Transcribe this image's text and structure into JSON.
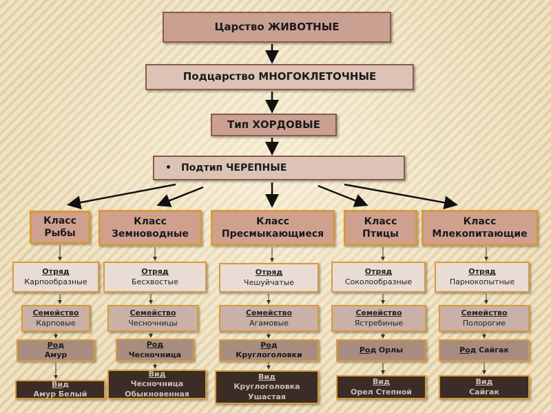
{
  "top": {
    "kingdom": "Царство  ЖИВОТНЫЕ",
    "subkingdom": "Подцарство  МНОГОКЛЕТОЧНЫЕ",
    "phylum": "Тип ХОРДОВЫЕ",
    "subphylum": "Подтип ЧЕРЕПНЫЕ",
    "bullet": "•"
  },
  "labels": {
    "class": "Класс",
    "order": "Отряд",
    "family": "Семейство",
    "genus": "Род",
    "species": "Вид"
  },
  "branches": [
    {
      "class": "Рыбы",
      "order": "Карпообразные",
      "family": "Карповые",
      "genus": "Амур",
      "species": "Амур Белый"
    },
    {
      "class": "Земноводные",
      "order": "Бесхвостые",
      "family": "Чесночницы",
      "genus": "Чесночница",
      "species": "Чесночница Обыкновенная"
    },
    {
      "class": "Пресмыкающиеся",
      "order": "Чешуйчатые",
      "family": "Агамовые",
      "genus": "Круглоголовки",
      "species": "Круглоголовка Ушастая"
    },
    {
      "class": "Птицы",
      "order": "Соколообразные",
      "family": "Ястребиные",
      "genus": "Орлы",
      "species": "Орел Степной"
    },
    {
      "class": "Млекопитающие",
      "order": "Парнокопытные",
      "family": "Полорогие",
      "genus": "Сайгак",
      "species": "Сайгак"
    }
  ]
}
